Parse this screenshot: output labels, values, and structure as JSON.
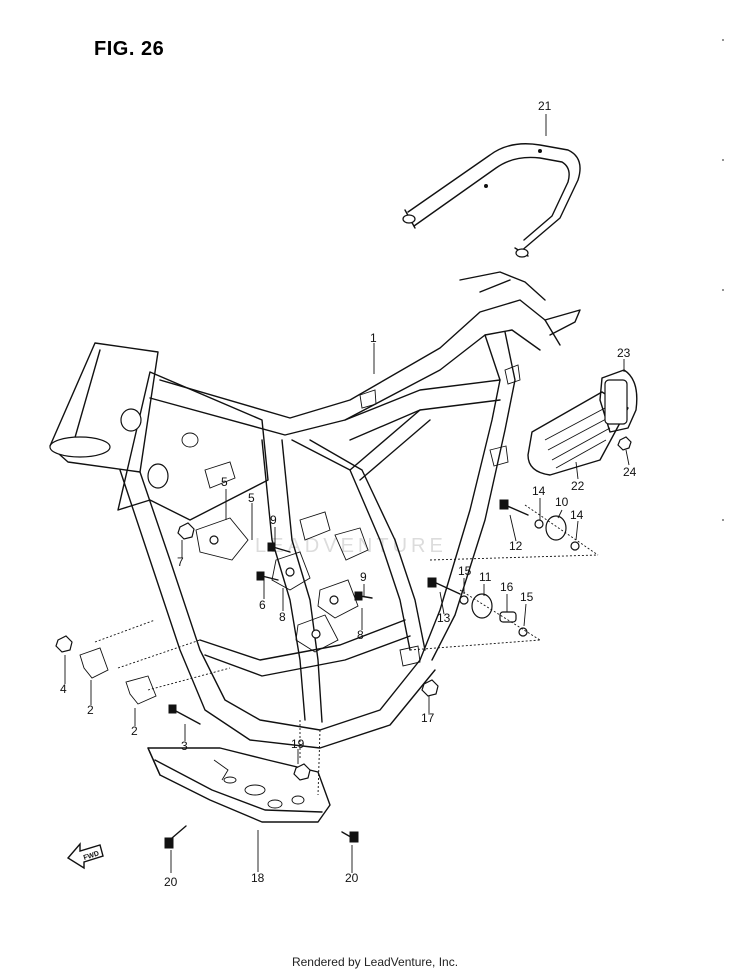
{
  "figure": {
    "title": "FIG. 26"
  },
  "footer": {
    "text": "Rendered by LeadVenture, Inc."
  },
  "watermark": {
    "text": "LEADVENTURE"
  },
  "fwd_arrow": {
    "label": "FWD"
  },
  "callouts": [
    {
      "id": "c1",
      "label": "1"
    },
    {
      "id": "c2a",
      "label": "2"
    },
    {
      "id": "c2b",
      "label": "2"
    },
    {
      "id": "c3",
      "label": "3"
    },
    {
      "id": "c4",
      "label": "4"
    },
    {
      "id": "c5a",
      "label": "5"
    },
    {
      "id": "c5b",
      "label": "5"
    },
    {
      "id": "c6",
      "label": "6"
    },
    {
      "id": "c7",
      "label": "7"
    },
    {
      "id": "c8a",
      "label": "8"
    },
    {
      "id": "c8b",
      "label": "8"
    },
    {
      "id": "c9a",
      "label": "9"
    },
    {
      "id": "c9b",
      "label": "9"
    },
    {
      "id": "c10",
      "label": "10"
    },
    {
      "id": "c11",
      "label": "11"
    },
    {
      "id": "c12",
      "label": "12"
    },
    {
      "id": "c13",
      "label": "13"
    },
    {
      "id": "c14a",
      "label": "14"
    },
    {
      "id": "c14b",
      "label": "14"
    },
    {
      "id": "c15a",
      "label": "15"
    },
    {
      "id": "c15b",
      "label": "15"
    },
    {
      "id": "c16",
      "label": "16"
    },
    {
      "id": "c17",
      "label": "17"
    },
    {
      "id": "c18",
      "label": "18"
    },
    {
      "id": "c19",
      "label": "19"
    },
    {
      "id": "c20a",
      "label": "20"
    },
    {
      "id": "c20b",
      "label": "20"
    },
    {
      "id": "c21",
      "label": "21"
    },
    {
      "id": "c22",
      "label": "22"
    },
    {
      "id": "c23",
      "label": "23"
    },
    {
      "id": "c24",
      "label": "24"
    }
  ]
}
